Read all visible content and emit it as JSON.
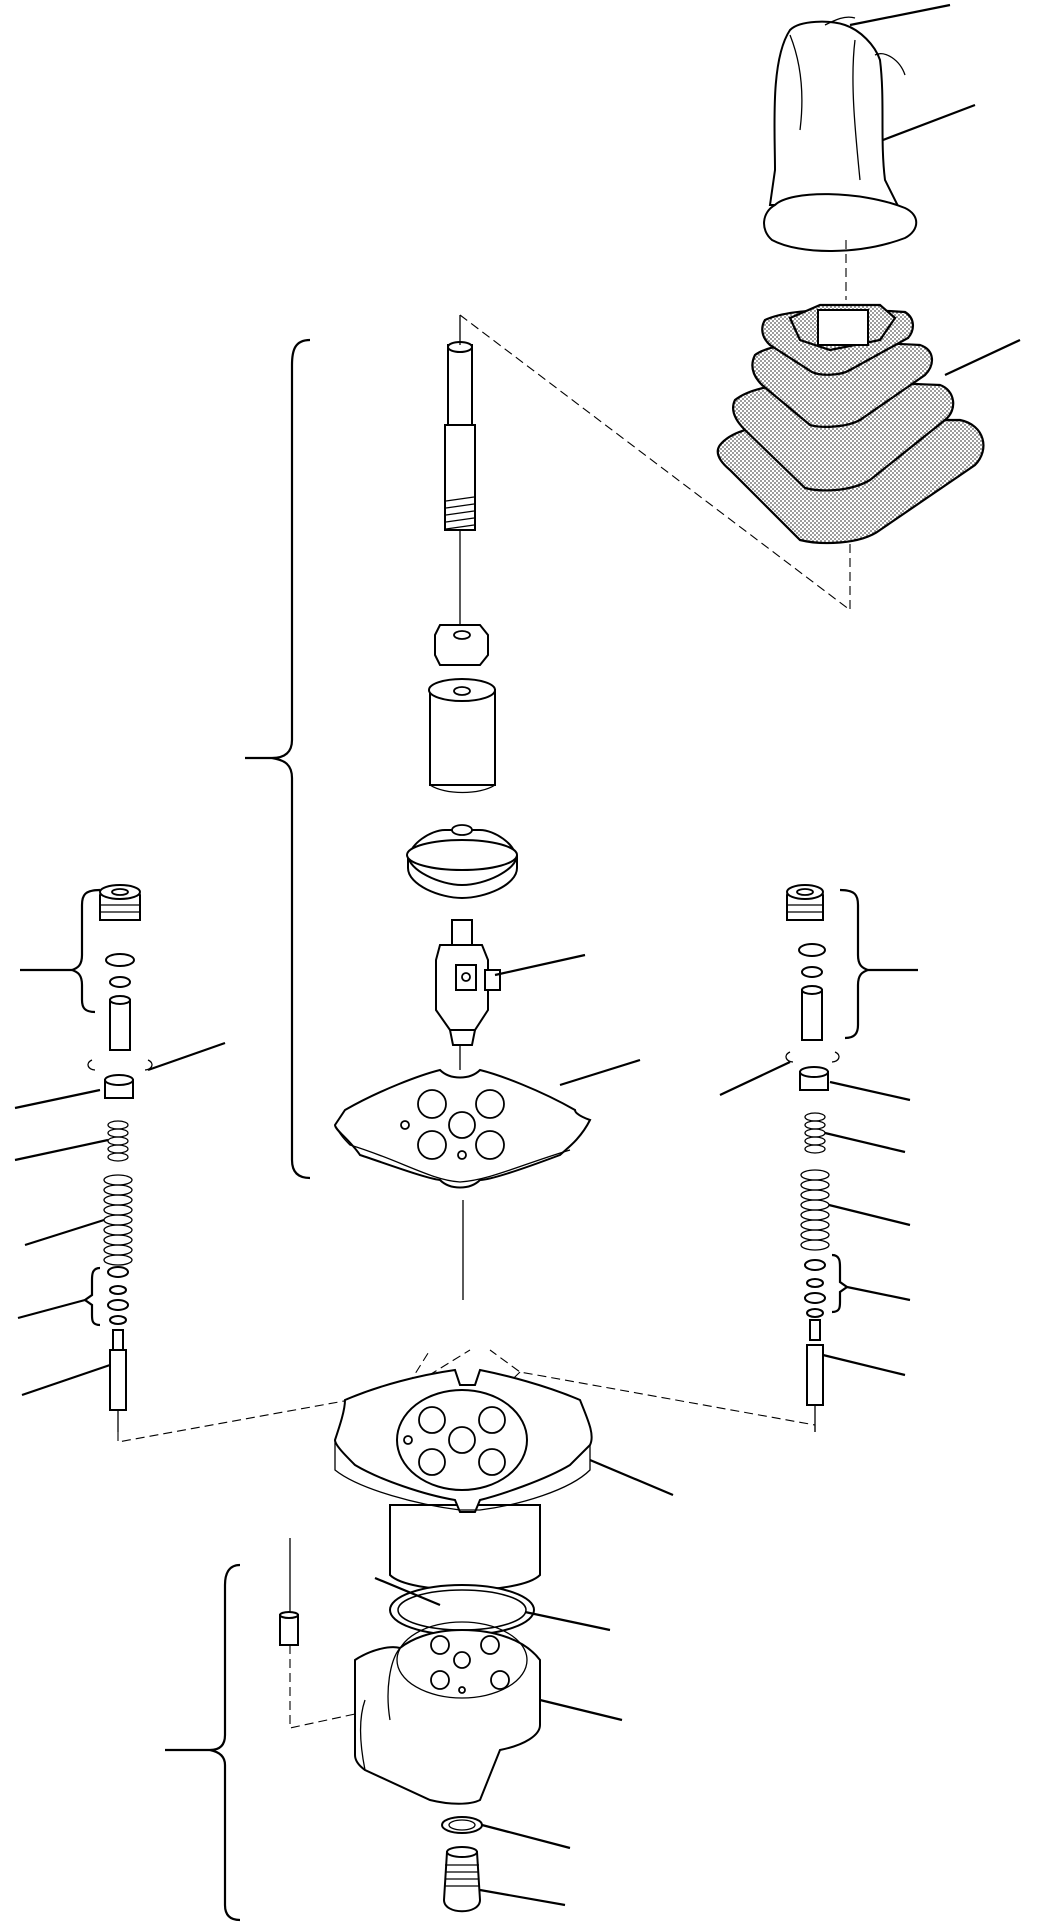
{
  "figure": {
    "title": "",
    "callout_labels": [],
    "assemblies": [
      "joystick-handle",
      "rubber-boot",
      "control-lever-assembly",
      "left-valve-spool-stack",
      "right-valve-spool-stack",
      "upper-plate",
      "valve-body-assembly"
    ]
  },
  "colors": {
    "line": "#000000",
    "background": "#ffffff",
    "boot_fill": "#d0d0d0"
  }
}
